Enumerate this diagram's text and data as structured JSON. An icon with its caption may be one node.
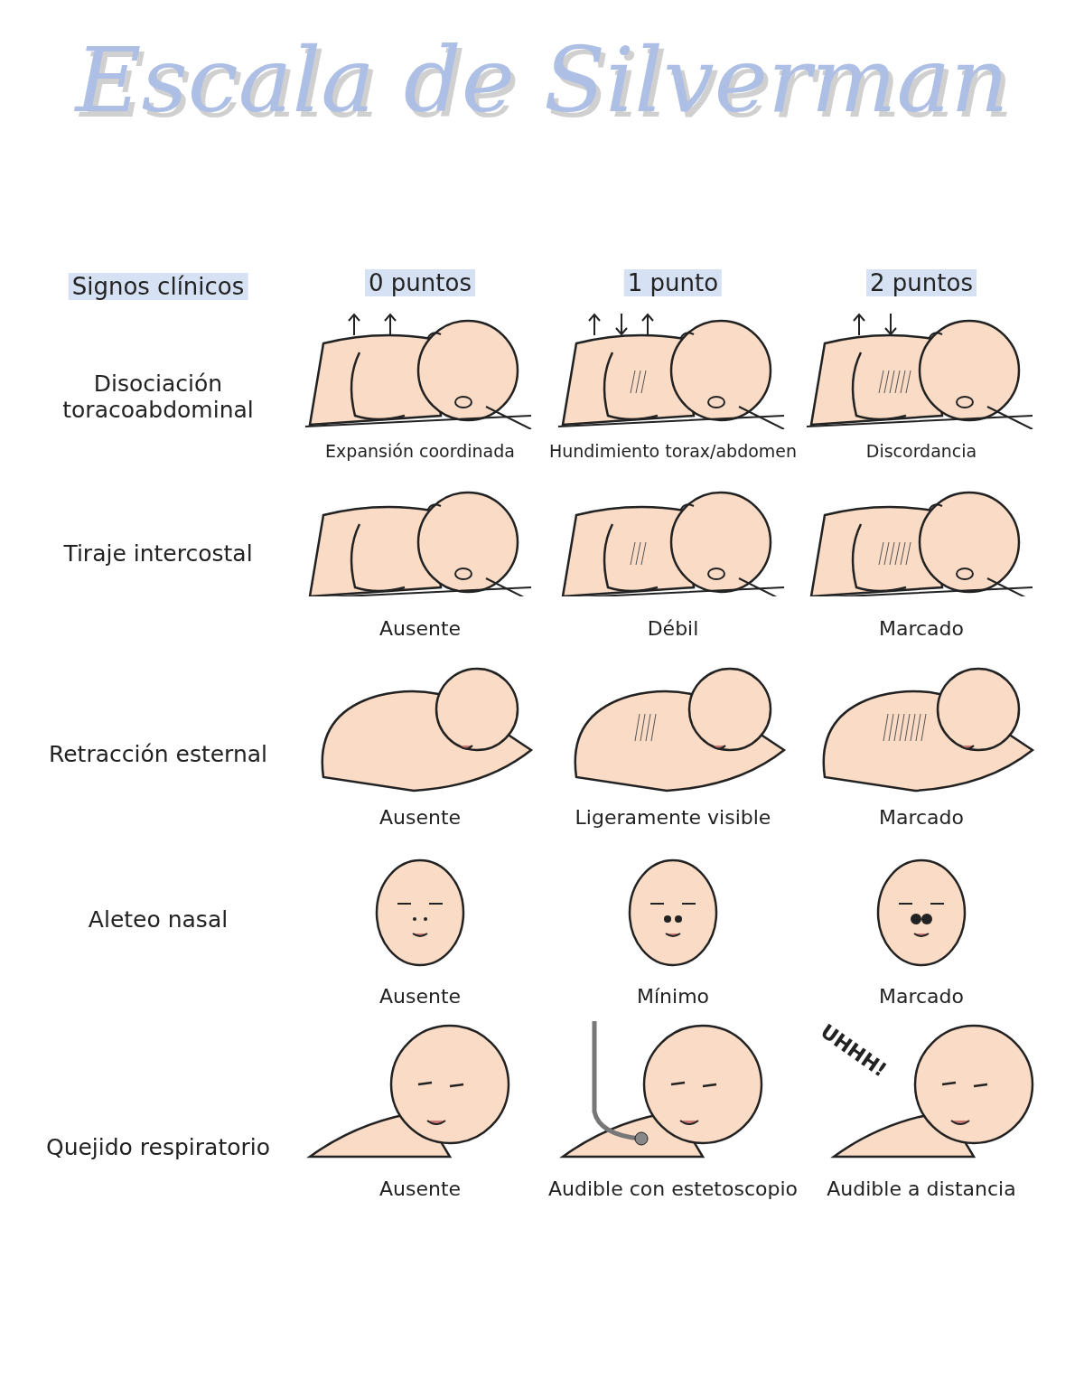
{
  "diagram": {
    "title": "Escala de Silverman",
    "labels": [
      "Signos clínicos",
      "0 puntos",
      "1 punto",
      "2 puntos",
      "Disociación toracoabdominal",
      "Expansión coordinada",
      "Hundimiento torax/abdomen",
      "Discordancia",
      "Tiraje intercostal",
      "Ausente",
      "Débil",
      "Marcado",
      "Retracción esternal",
      "Ausente",
      "Ligeramente visible",
      "Marcado",
      "Aleteo nasal",
      "Ausente",
      "Mínimo",
      "Marcado",
      "Quejido respiratorio",
      "Ausente",
      "Audible con estetoscopio",
      "Audible a distancia",
      "UHHH!"
    ]
  }
}
